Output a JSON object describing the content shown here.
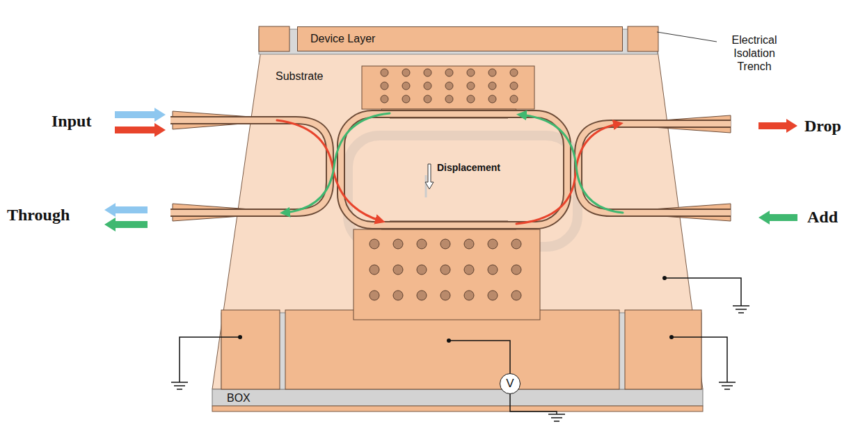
{
  "diagram": {
    "nodes": [
      {
        "text": [
          "Device Layer"
        ]
      },
      {
        "text": [
          "V"
        ]
      }
    ],
    "labels": [
      "Electrical Isolation Trench",
      "Substrate",
      "Input",
      "Drop",
      "Through",
      "Add",
      "Displacement",
      "BOX"
    ]
  }
}
